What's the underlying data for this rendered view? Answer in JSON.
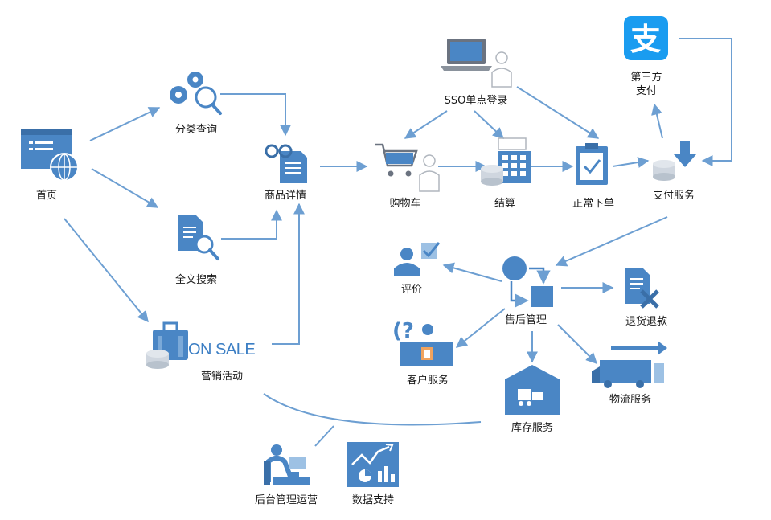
{
  "nodes": {
    "home": "首页",
    "category": "分类查询",
    "fulltext": "全文搜索",
    "promotion": "营销活动",
    "on_sale": "ON SALE",
    "detail": "商品详情",
    "sso": "SSO单点登录",
    "cart": "购物车",
    "checkout": "结算",
    "order": "正常下单",
    "third_party_1": "第三方",
    "third_party_2": "支付",
    "payment": "支付服务",
    "after_sales": "售后管理",
    "review": "评价",
    "refund": "退货退款",
    "customer_service": "客户服务",
    "inventory": "库存服务",
    "logistics": "物流服务",
    "backend": "后台管理运营",
    "data_support": "数据支持"
  },
  "icons": {
    "home": "browser-globe-icon",
    "category": "gears-search-icon",
    "fulltext": "document-search-icon",
    "promotion": "suitcase-database-icon",
    "detail": "glasses-document-icon",
    "sso": "laptop-user-icon",
    "cart": "shopping-cart-user-icon",
    "checkout": "calculator-database-icon",
    "order": "clipboard-check-icon",
    "third_party": "alipay-icon",
    "payment": "database-download-icon",
    "after_sales": "circle-cycle-icon",
    "review": "user-check-icon",
    "refund": "document-x-icon",
    "customer_service": "support-desk-icon",
    "inventory": "warehouse-forklift-icon",
    "logistics": "truck-icon",
    "backend": "operator-desk-icon",
    "data_support": "chart-board-icon"
  },
  "colors": {
    "icon": "#4a86c5",
    "icon_light": "#9dc1e4",
    "connector": "#6d9fd2",
    "alipay": "#1a9cf0"
  }
}
